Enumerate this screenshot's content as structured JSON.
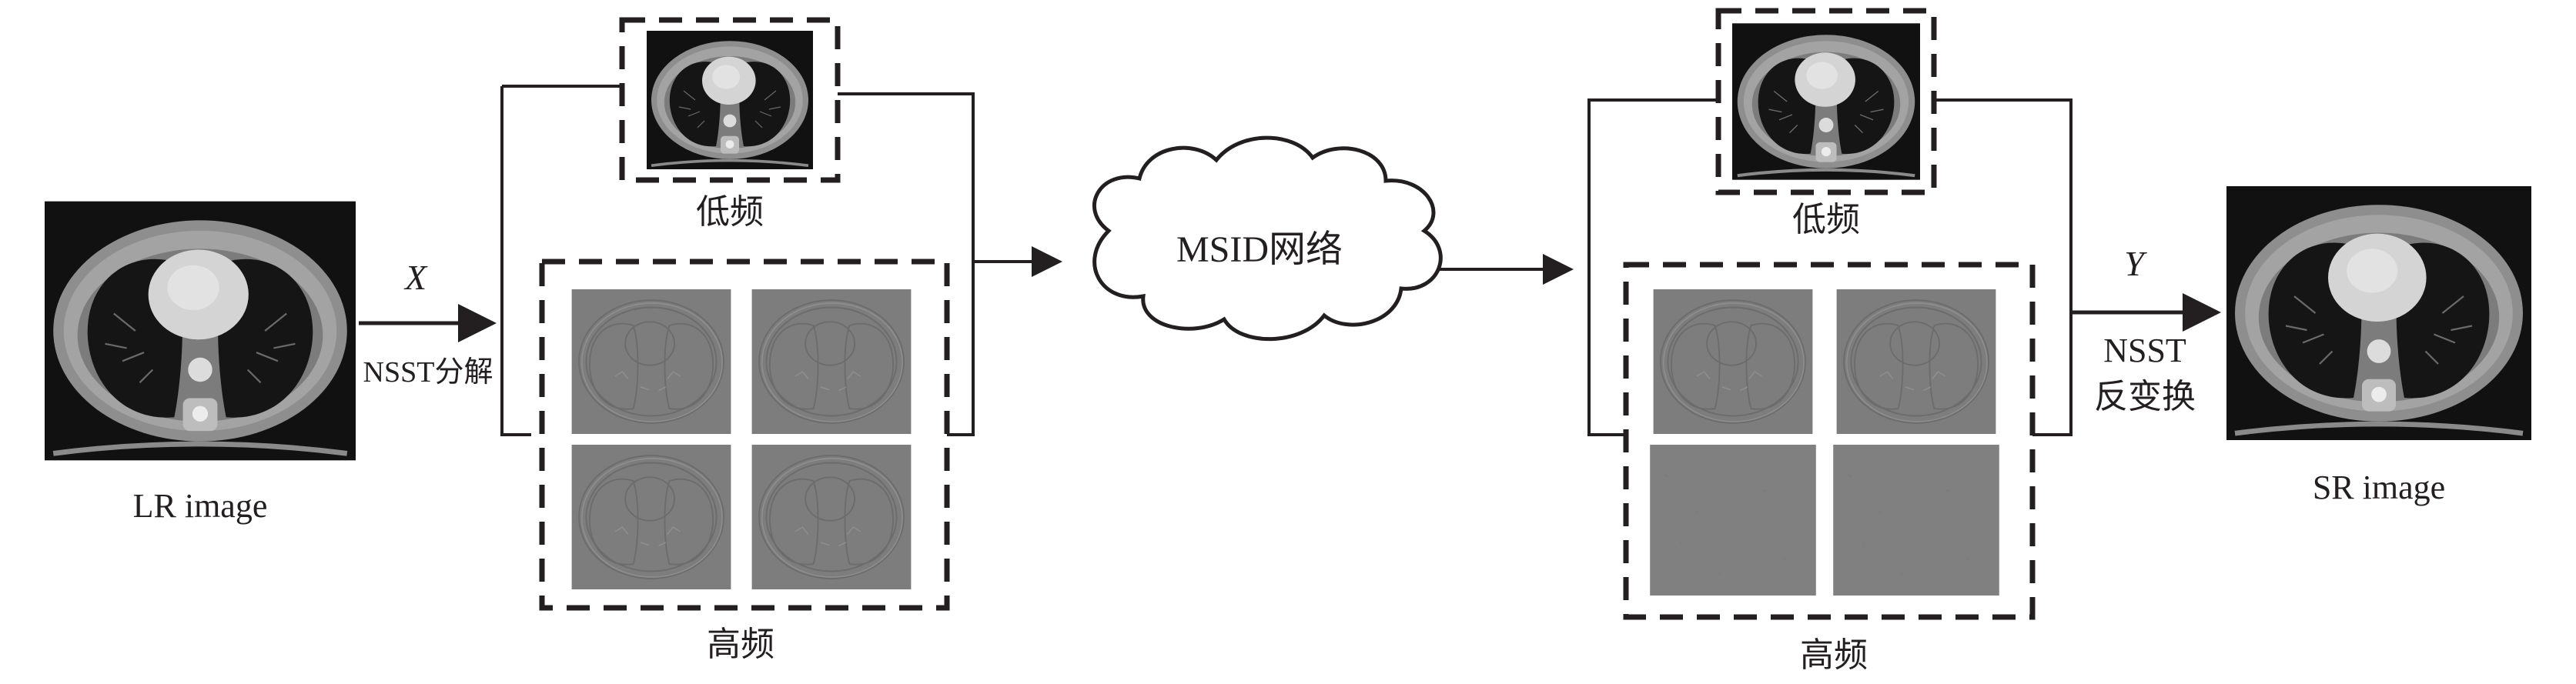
{
  "labels": {
    "lr_image": "LR image",
    "sr_image": "SR image",
    "x_var": "X",
    "y_var": "Y",
    "nsst_decompose": "NSST分解",
    "nsst_inverse_line1": "NSST",
    "nsst_inverse_line2": "反变换",
    "low_freq_left": "低频",
    "high_freq_left": "高频",
    "low_freq_right": "低频",
    "high_freq_right": "高频",
    "network": "MSID网络"
  },
  "colors": {
    "line": "#231f20",
    "ct_background": "#111111",
    "ct_tissue": "#9a9a9a",
    "ct_heart": "#cfcfcf",
    "subband_gray": "#7d7d7d"
  }
}
